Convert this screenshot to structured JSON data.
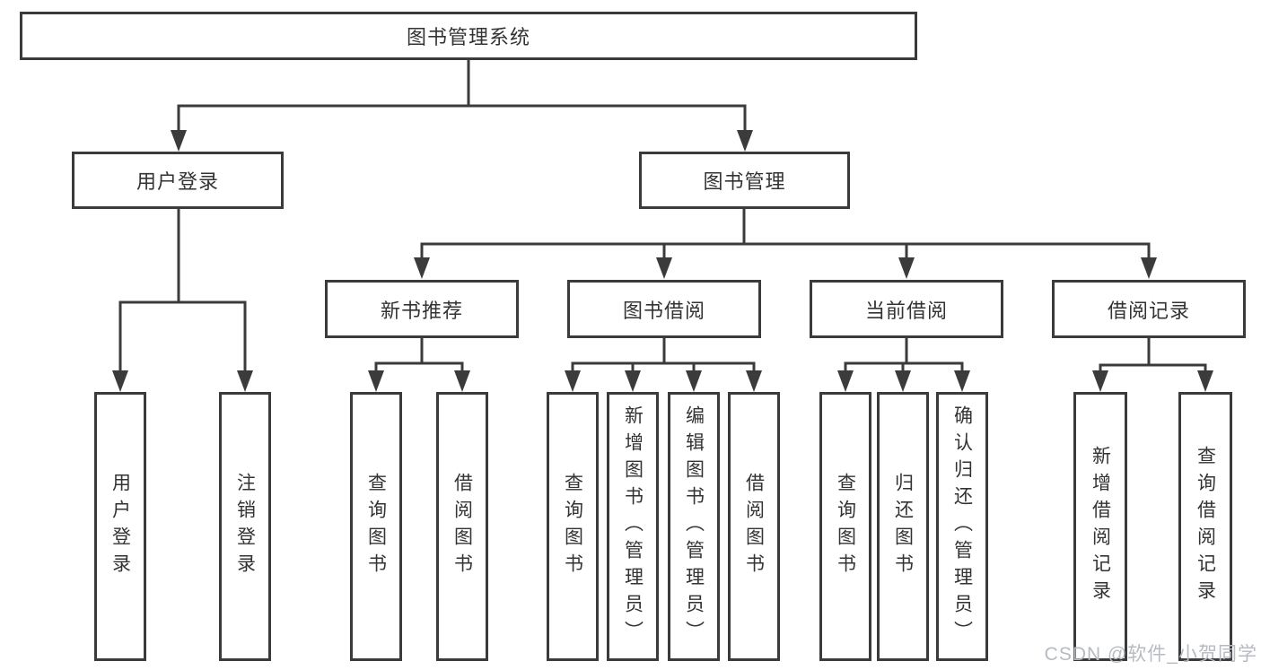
{
  "diagram_type": "hierarchy-diagram",
  "tree": {
    "root": {
      "label": "图书管理系统"
    },
    "user_branch": {
      "label": "用户登录",
      "children": [
        {
          "label": "用户登录"
        },
        {
          "label": "注销登录"
        }
      ]
    },
    "book_branch": {
      "label": "图书管理",
      "groups": [
        {
          "label": "新书推荐",
          "children": [
            {
              "label": "查询图书"
            },
            {
              "label": "借阅图书"
            }
          ]
        },
        {
          "label": "图书借阅",
          "children": [
            {
              "label": "查询图书"
            },
            {
              "label": "新增图书（管理员）"
            },
            {
              "label": "编辑图书（管理员）"
            },
            {
              "label": "借阅图书"
            }
          ]
        },
        {
          "label": "当前借阅",
          "children": [
            {
              "label": "查询图书"
            },
            {
              "label": "归还图书"
            },
            {
              "label": "确认归还（管理员）"
            }
          ]
        },
        {
          "label": "借阅记录",
          "children": [
            {
              "label": "新增借阅记录"
            },
            {
              "label": "查询借阅记录"
            }
          ]
        }
      ]
    }
  },
  "watermark": {
    "text": "CSDN @软件_小贺同学"
  },
  "colors": {
    "background": "#ffffff",
    "box_border": "#3b3b3b",
    "connector": "#3b3b3b",
    "text": "#333333",
    "watermark": "#b6bbc1"
  }
}
